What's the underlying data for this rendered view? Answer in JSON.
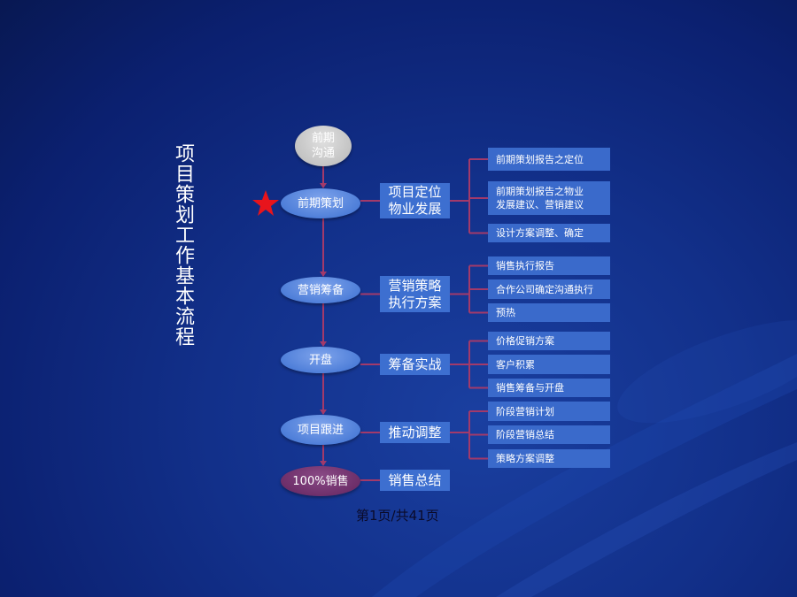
{
  "title": "项目策划工作基本流程",
  "colors": {
    "connector": "#a33a6a",
    "mid_box": "#3d6fd0",
    "leaf_box": "#3a6acb",
    "star": "#e8141c"
  },
  "stages": [
    {
      "label": "前期\n沟通",
      "style": "gray"
    },
    {
      "label": "前期策划",
      "style": "blue",
      "marker": "star-icon",
      "box": "项目定位\n物业发展",
      "items": [
        "前期策划报告之定位",
        "前期策划报告之物业\n发展建议、营销建议",
        "设计方案调整、确定"
      ]
    },
    {
      "label": "营销筹备",
      "style": "blue",
      "box": "营销策略\n执行方案",
      "items": [
        "销售执行报告",
        "合作公司确定沟通执行",
        "预热"
      ]
    },
    {
      "label": "开盘",
      "style": "blue",
      "box": "筹备实战",
      "items": [
        "价格促销方案",
        "客户积累",
        "销售筹备与开盘"
      ]
    },
    {
      "label": "项目跟进",
      "style": "blue",
      "box": "推动调整",
      "items": [
        "阶段营销计划",
        "阶段营销总结",
        "策略方案调整"
      ]
    },
    {
      "label": "100%销售",
      "style": "purple",
      "box": "销售总结",
      "items": []
    }
  ],
  "footer": "第1页/共41页"
}
